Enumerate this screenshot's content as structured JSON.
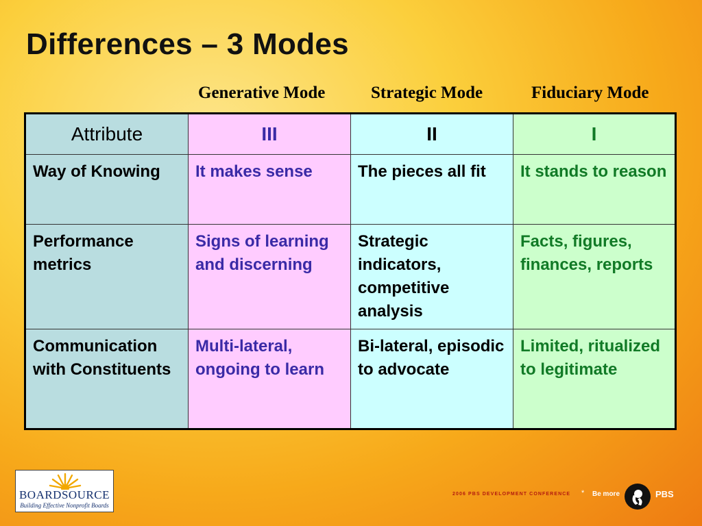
{
  "slide": {
    "title": "Differences – 3 Modes",
    "modes": [
      "Generative Mode",
      "Strategic Mode",
      "Fiduciary Mode"
    ]
  },
  "table": {
    "header": [
      "Attribute",
      "III",
      "II",
      "I"
    ],
    "rows": [
      [
        "Way of Knowing",
        "It makes sense",
        "The pieces all fit",
        "It stands to reason"
      ],
      [
        "Performance metrics",
        "Signs of learning and discerning",
        "Strategic indicators, competitive analysis",
        "Facts, figures, finances, reports"
      ],
      [
        "Communication with Constituents",
        "Multi-lateral, ongoing to learn",
        "Bi-lateral, episodic to advocate",
        "Limited, ritualized to legitimate"
      ]
    ]
  },
  "logo": {
    "name": "BOARDSOURCE",
    "tagline": "Building Effective Nonprofit Boards"
  },
  "footer": {
    "conference": "2006 PBS DEVELOPMENT CONFERENCE",
    "separator": "*",
    "slogan": "Be more",
    "brand": "PBS"
  },
  "colors": {
    "generative_text": "#3a2aa6",
    "fiduciary_text": "#117a26",
    "attribute_bg": "#b9dde0",
    "generative_bg": "#ffccff",
    "strategic_bg": "#ccffff",
    "fiduciary_bg": "#ccffcc"
  }
}
